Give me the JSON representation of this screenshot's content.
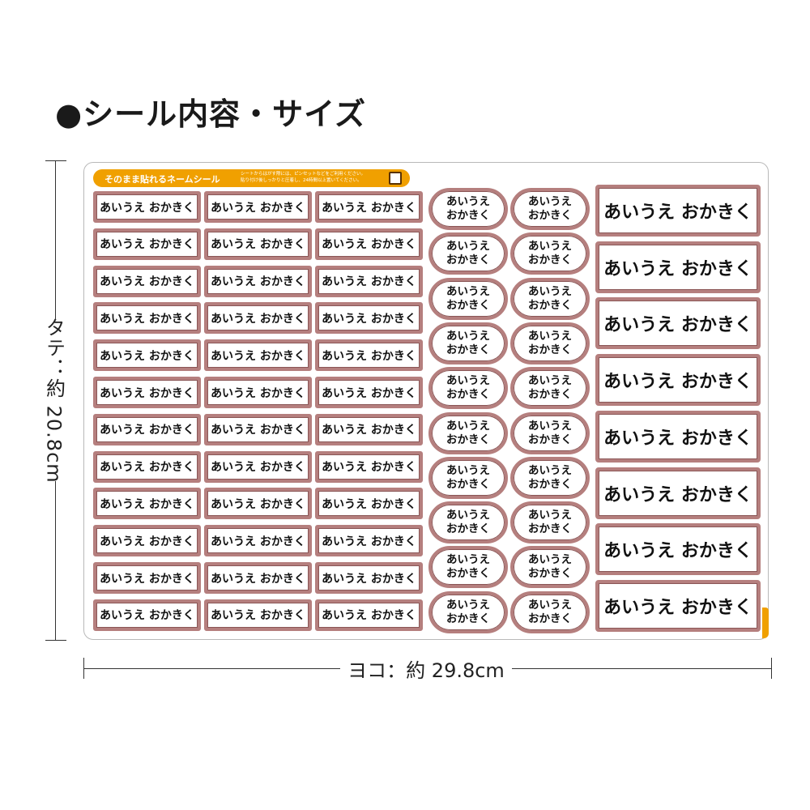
{
  "title": "●シール内容・サイズ",
  "dimensions": {
    "height_label": "タテ：約 20.8cm",
    "width_label": "ヨコ：約 29.8cm"
  },
  "banner": {
    "title": "そのまま貼れるネームシール",
    "note_line1": "シートからはがす際には、ピンセットなどをご利用ください。",
    "note_line2": "貼り付け後しっかりと圧着し、24時間以上置いてください。"
  },
  "stickers": {
    "small_text": "あいうえ おかきく",
    "oval_line1": "あいうえ",
    "oval_line2": "おかきく",
    "large_text": "あいうえ おかきく"
  },
  "colors": {
    "accent": "#f0a000",
    "sticker_border": "#b57f7e"
  }
}
